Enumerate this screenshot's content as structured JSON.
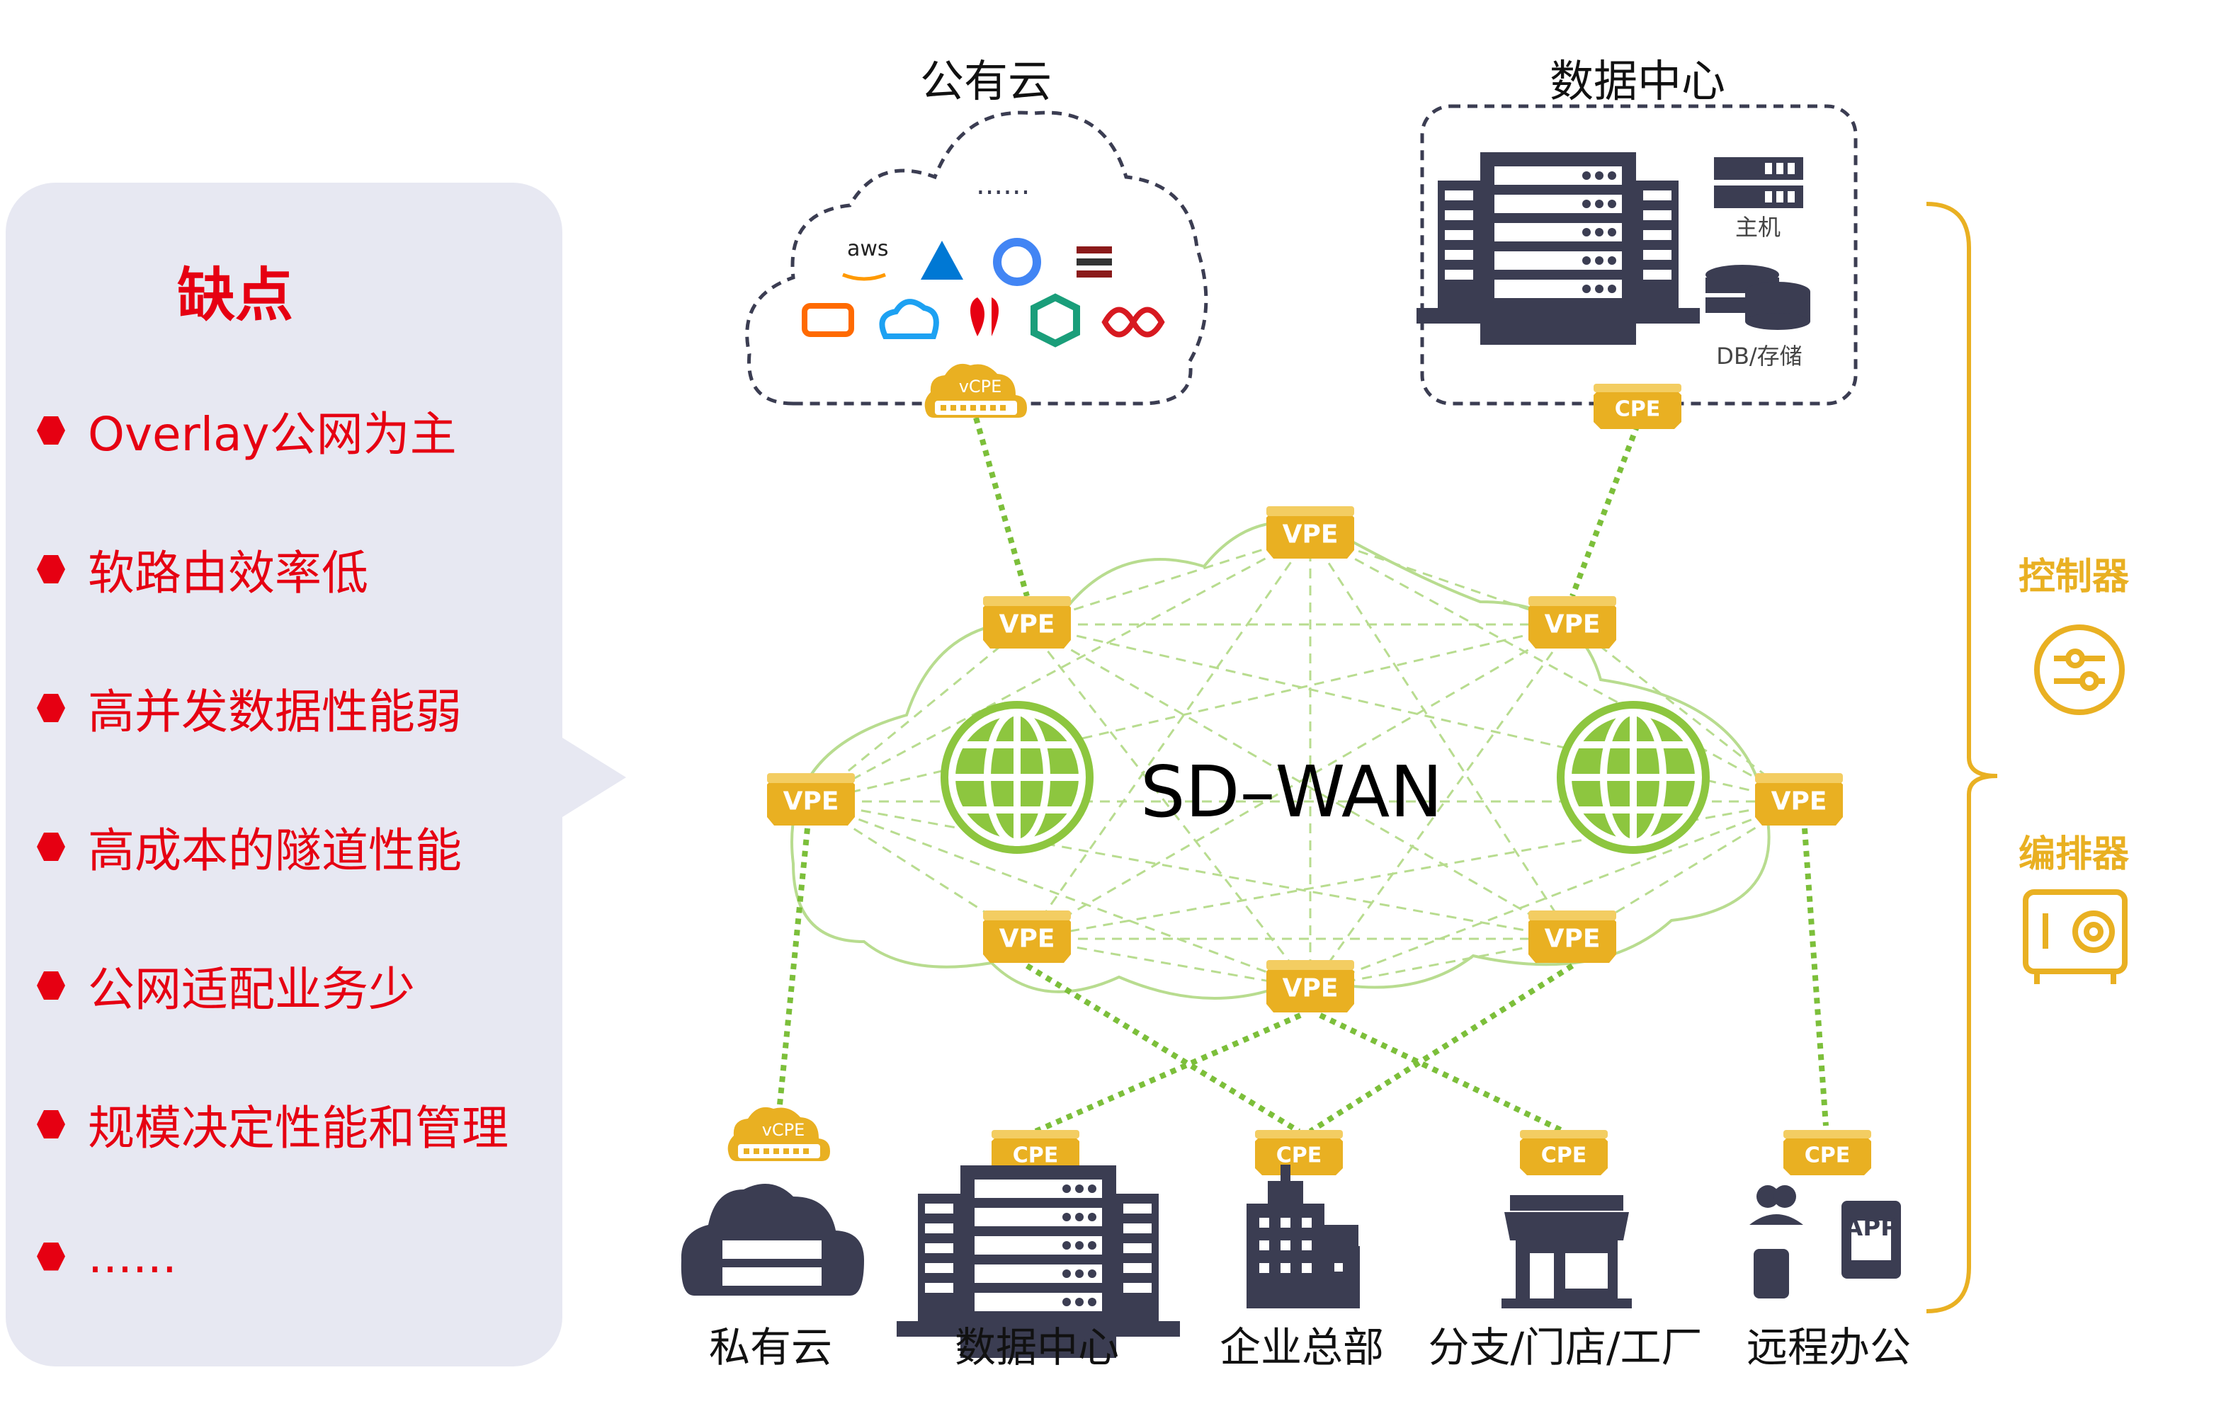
{
  "panel": {
    "title": "缺点",
    "items": [
      "Overlay公网为主",
      "软路由效率低",
      "高并发数据性能弱",
      "高成本的隧道性能",
      "公网适配业务少",
      "规模决定性能和管理",
      "......"
    ]
  },
  "top": {
    "public_cloud": "公有云",
    "data_center": "数据中心",
    "ellipsis": "......"
  },
  "datacenter_box": {
    "host_label": "主机",
    "db_label": "DB/存储"
  },
  "center": {
    "title": "SD–WAN"
  },
  "node_labels": {
    "vpe": "VPE",
    "cpe": "CPE",
    "vcpe": "vCPE",
    "app": "APP"
  },
  "bottom": [
    "私有云",
    "数据中心",
    "企业总部",
    "分支/门店/工厂",
    "远程办公"
  ],
  "right": {
    "controller": "控制器",
    "orchestrator": "编排器"
  },
  "colors": {
    "accent_red": "#e60012",
    "gold": "#e9b022",
    "green": "#8dc63f",
    "navy": "#3b3d52",
    "panel_bg": "#e7e8f2"
  },
  "cloud_icons": [
    "aws-logo",
    "azure-logo",
    "google-cloud-logo",
    "oracle-logo",
    "alibaba-cloud-logo",
    "tencent-cloud-logo",
    "huawei-cloud-logo",
    "ctyun-logo",
    "chinanet-logo"
  ]
}
